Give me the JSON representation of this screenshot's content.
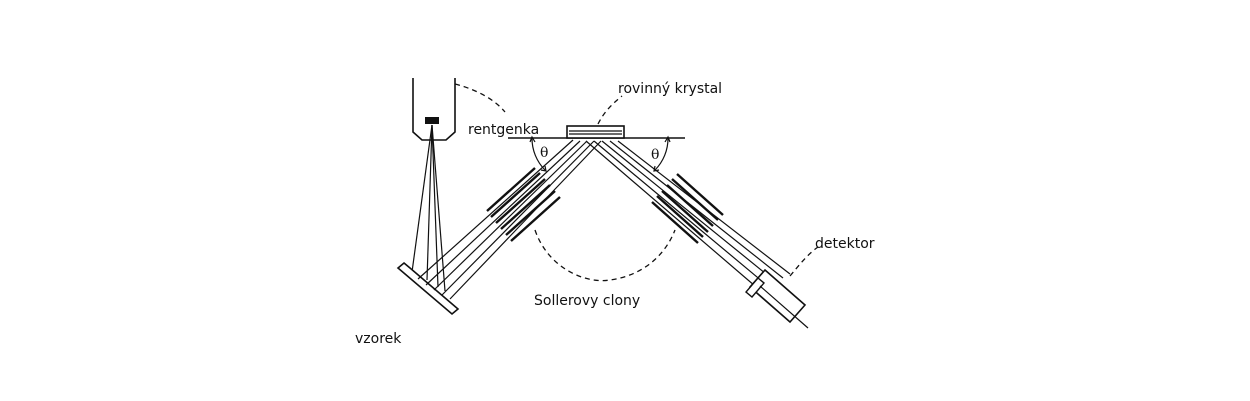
{
  "labels": {
    "tube": "rentgenka",
    "crystal": "rovinný krystal",
    "detector": "detektor",
    "sample": "vzorek",
    "collimators": "Sollerovy clony",
    "angle_left": "θ",
    "angle_right": "θ"
  }
}
